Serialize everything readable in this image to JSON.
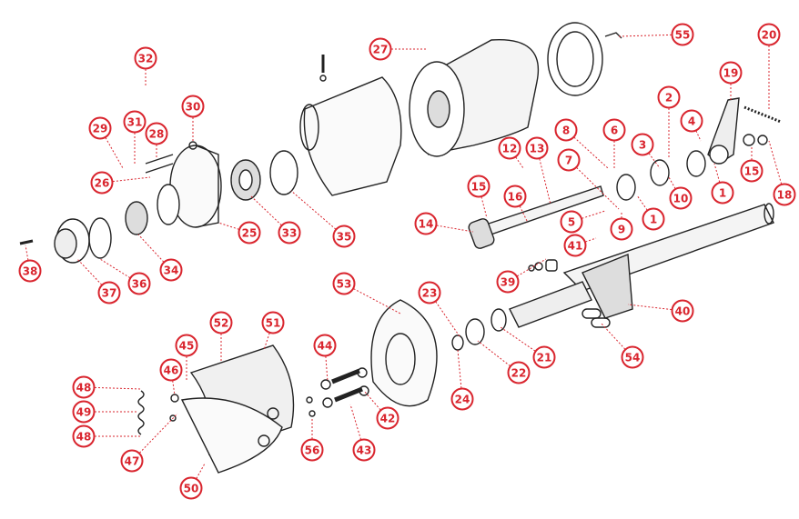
{
  "accent_color": "#d9252e",
  "line_color": "#222222",
  "callouts": [
    "55",
    "27",
    "20",
    "32",
    "19",
    "30",
    "29",
    "31",
    "28",
    "2",
    "4",
    "8",
    "6",
    "3",
    "12",
    "13",
    "7",
    "26",
    "15",
    "18",
    "10",
    "1",
    "15",
    "16",
    "1",
    "5",
    "9",
    "14",
    "25",
    "33",
    "35",
    "41",
    "38",
    "37",
    "36",
    "34",
    "39",
    "53",
    "23",
    "40",
    "21",
    "22",
    "54",
    "52",
    "51",
    "45",
    "44",
    "46",
    "48",
    "49",
    "48",
    "47",
    "42",
    "24",
    "43",
    "56",
    "50"
  ]
}
